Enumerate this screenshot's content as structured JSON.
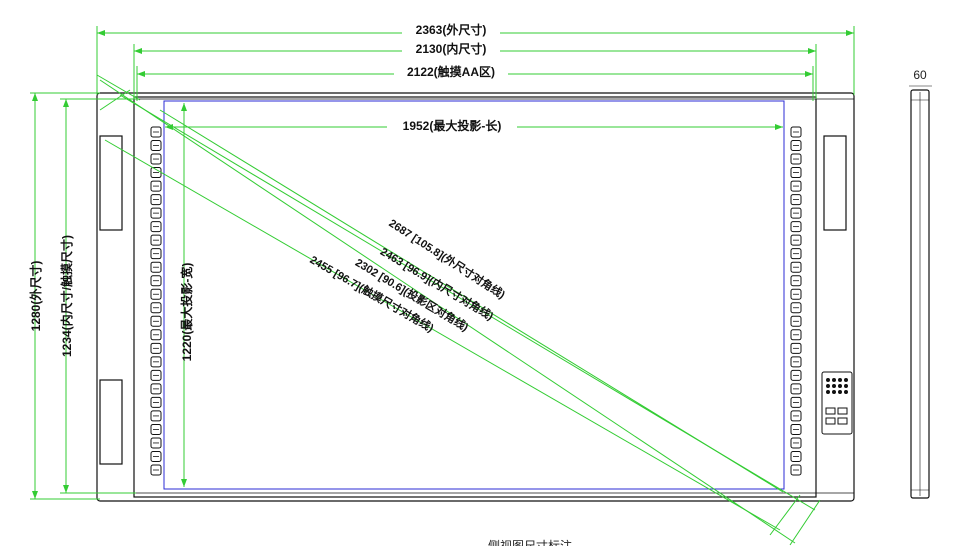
{
  "colors": {
    "dimension_line": "#33cc33",
    "frame_outline": "#111111",
    "projection_area": "#2b2bd6",
    "text": "#111111"
  },
  "dimensions": {
    "outer_width": "2363(外尺寸)",
    "inner_width": "2130(内尺寸)",
    "touch_width": "2122(触摸AA区)",
    "projection_width": "1952(最大投影-长)",
    "outer_height": "1280(外尺寸)",
    "inner_touch_height": "1234(内尺寸/触摸尺寸)",
    "projection_height": "1220(最大投影-宽)",
    "diag_outer": "2687 [105.8](外尺寸对角线)",
    "diag_inner": "2463 [96.9](内尺寸对角线)",
    "diag_projection": "2302 [90.6](投影区对角线)",
    "diag_touch": "2455 [96.7](触摸尺寸对角线)",
    "side_thickness": "60"
  },
  "footer_text": "侧视图尺寸标注",
  "icons": {
    "shortcut_button": "shortcut-key-icon",
    "control_panel": "control-panel-icon"
  }
}
